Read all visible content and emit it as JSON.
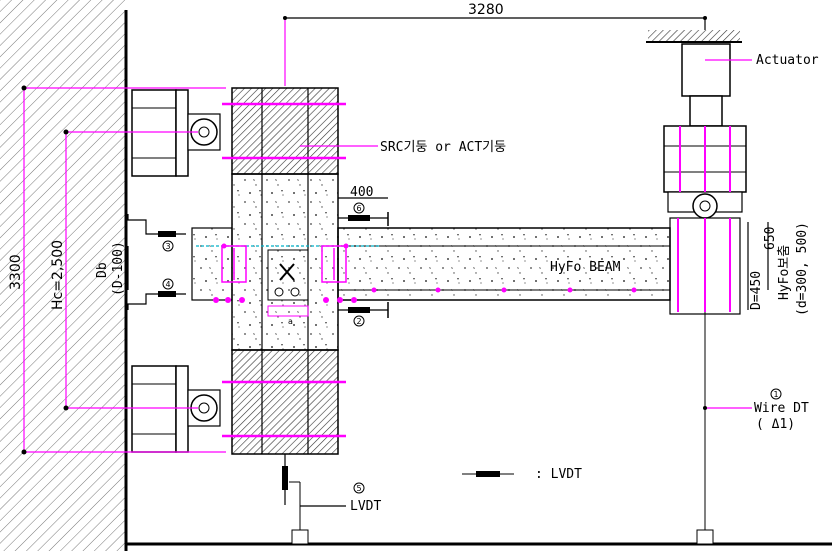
{
  "dimensions": {
    "span_top": "3280",
    "height_total": "3300",
    "column_height": "Hc=2,500",
    "offset_400": "400",
    "beam_depth_label": "Db",
    "beam_depth_sub": "(D-100)",
    "depth_450": "D=450",
    "depth_650": "650",
    "hyfo_label": "HyFo보춤",
    "hyfo_sub": "(d=300, 500)",
    "dim_a": "a"
  },
  "labels": {
    "actuator": "Actuator",
    "column": "SRC기둥 or ACT기둥",
    "beam": "HyFo BEAM",
    "legend_lvdt": ": LVDT",
    "lvdt": "LVDT",
    "wire_dt": "Wire DT",
    "wire_dt_sub": "( Δ1)"
  },
  "markers": {
    "m1": "1",
    "m2": "2",
    "m3": "3",
    "m4": "4",
    "m5": "5",
    "m6": "6"
  },
  "colors": {
    "dimension": "#ff00ff",
    "line": "#000000",
    "hatch": "#555555",
    "cyan": "#00b0c8"
  }
}
